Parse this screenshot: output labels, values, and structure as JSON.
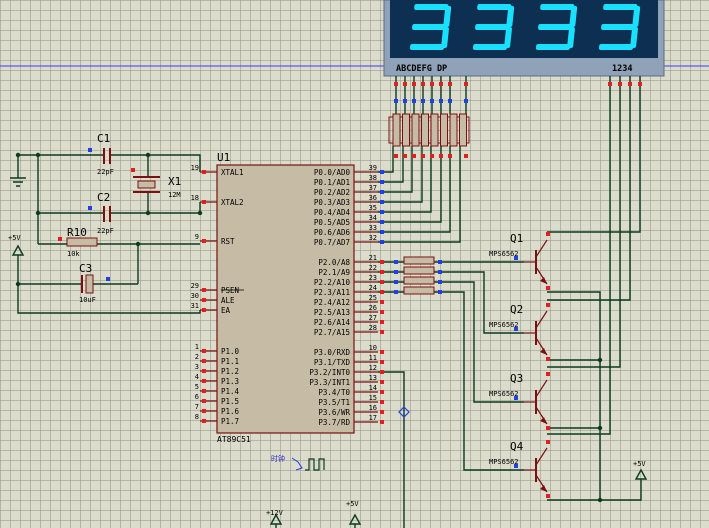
{
  "display": {
    "digits": [
      "3",
      "3",
      "3",
      "3"
    ],
    "segment_label": "ABCDEFG DP",
    "common_label": "1234"
  },
  "mcu": {
    "ref": "U1",
    "part": "AT89C51",
    "left_pins": [
      {
        "num": "19",
        "name": "XTAL1"
      },
      {
        "num": "18",
        "name": "XTAL2"
      },
      {
        "num": "9",
        "name": "RST"
      },
      {
        "num": "29",
        "name": "PSEN"
      },
      {
        "num": "30",
        "name": "ALE"
      },
      {
        "num": "31",
        "name": "EA"
      },
      {
        "num": "1",
        "name": "P1.0"
      },
      {
        "num": "2",
        "name": "P1.1"
      },
      {
        "num": "3",
        "name": "P1.2"
      },
      {
        "num": "4",
        "name": "P1.3"
      },
      {
        "num": "5",
        "name": "P1.4"
      },
      {
        "num": "6",
        "name": "P1.5"
      },
      {
        "num": "7",
        "name": "P1.6"
      },
      {
        "num": "8",
        "name": "P1.7"
      }
    ],
    "right_pins": [
      {
        "num": "39",
        "name": "P0.0/AD0"
      },
      {
        "num": "38",
        "name": "P0.1/AD1"
      },
      {
        "num": "37",
        "name": "P0.2/AD2"
      },
      {
        "num": "36",
        "name": "P0.3/AD3"
      },
      {
        "num": "35",
        "name": "P0.4/AD4"
      },
      {
        "num": "34",
        "name": "P0.5/AD5"
      },
      {
        "num": "33",
        "name": "P0.6/AD6"
      },
      {
        "num": "32",
        "name": "P0.7/AD7"
      },
      {
        "num": "21",
        "name": "P2.0/A8"
      },
      {
        "num": "22",
        "name": "P2.1/A9"
      },
      {
        "num": "23",
        "name": "P2.2/A10"
      },
      {
        "num": "24",
        "name": "P2.3/A11"
      },
      {
        "num": "25",
        "name": "P2.4/A12"
      },
      {
        "num": "26",
        "name": "P2.5/A13"
      },
      {
        "num": "27",
        "name": "P2.6/A14"
      },
      {
        "num": "28",
        "name": "P2.7/A15"
      },
      {
        "num": "10",
        "name": "P3.0/RXD"
      },
      {
        "num": "11",
        "name": "P3.1/TXD"
      },
      {
        "num": "12",
        "name": "P3.2/INT0"
      },
      {
        "num": "13",
        "name": "P3.3/INT1"
      },
      {
        "num": "14",
        "name": "P3.4/T0"
      },
      {
        "num": "15",
        "name": "P3.5/T1"
      },
      {
        "num": "16",
        "name": "P3.6/WR"
      },
      {
        "num": "17",
        "name": "P3.7/RD"
      }
    ]
  },
  "components": {
    "c1_ref": "C1",
    "c1_val": "22pF",
    "c2_ref": "C2",
    "c2_val": "22pF",
    "x1_ref": "X1",
    "x1_val": "12M",
    "r10_ref": "R10",
    "r10_val": "10k",
    "c3_ref": "C3",
    "c3_val": "10uF",
    "vcc_left": "+5V",
    "vcc_right": "+5V",
    "vcc_bottom": "+5V",
    "v12": "+12V",
    "clock_label": "时钟"
  },
  "transistors": [
    {
      "ref": "Q1",
      "part": "MPS6562"
    },
    {
      "ref": "Q2",
      "part": "MPS6562"
    },
    {
      "ref": "Q3",
      "part": "MPS6562"
    },
    {
      "ref": "Q4",
      "part": "MPS6562"
    }
  ],
  "colors": {
    "wire": "#0a3b1f",
    "component": "#7a1010",
    "body_fill": "#c6bca5",
    "display_bg": "#0d2f52",
    "display_frame": "#6a7f9a",
    "digit": "#19e0ff",
    "pin_red": "#e02020",
    "pin_blue": "#2040e0",
    "ground": "#0a3b1f"
  }
}
